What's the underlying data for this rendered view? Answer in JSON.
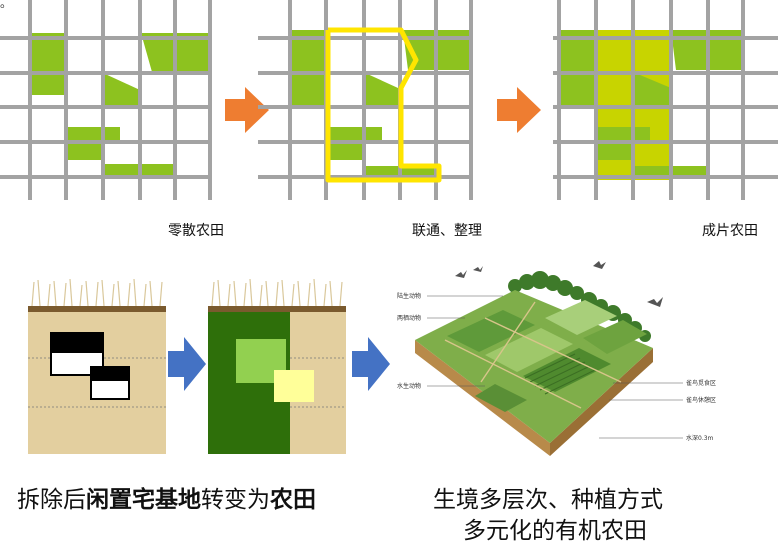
{
  "corner_mark": "。",
  "top_row": {
    "panel1_caption": "零散农田",
    "panel2_caption": "联通、整理",
    "panel3_caption": "成片农田"
  },
  "bottom_row": {
    "caption_left_part1": "拆除后",
    "caption_left_bold1": "闲置宅基地",
    "caption_left_part2": "转变为",
    "caption_left_bold2": "农田",
    "caption_right_line1": "生境多层次、种植方式",
    "caption_right_line2": "多元化的有机农田",
    "illustration_labels": {
      "land_animals": "陆生动物",
      "amphibians": "两栖动物",
      "aquatic_animals": "水生动物",
      "bird_feeding_area": "雀鸟觅食区",
      "bird_rest_area": "雀鸟休憩区",
      "water_depth": "水深0.3m"
    }
  },
  "colors": {
    "grid_line": "#a3a3a3",
    "field_green": "#8dc21f",
    "field_yellow_green": "#c8d400",
    "outline_yellow": "#ffe500",
    "arrow_orange": "#ee7d31",
    "arrow_blue": "#4472c4",
    "soil_tan": "#e3cf9f",
    "dark_green": "#2e6f0a",
    "light_green": "#92d050",
    "pale_yellow": "#ffff99"
  }
}
